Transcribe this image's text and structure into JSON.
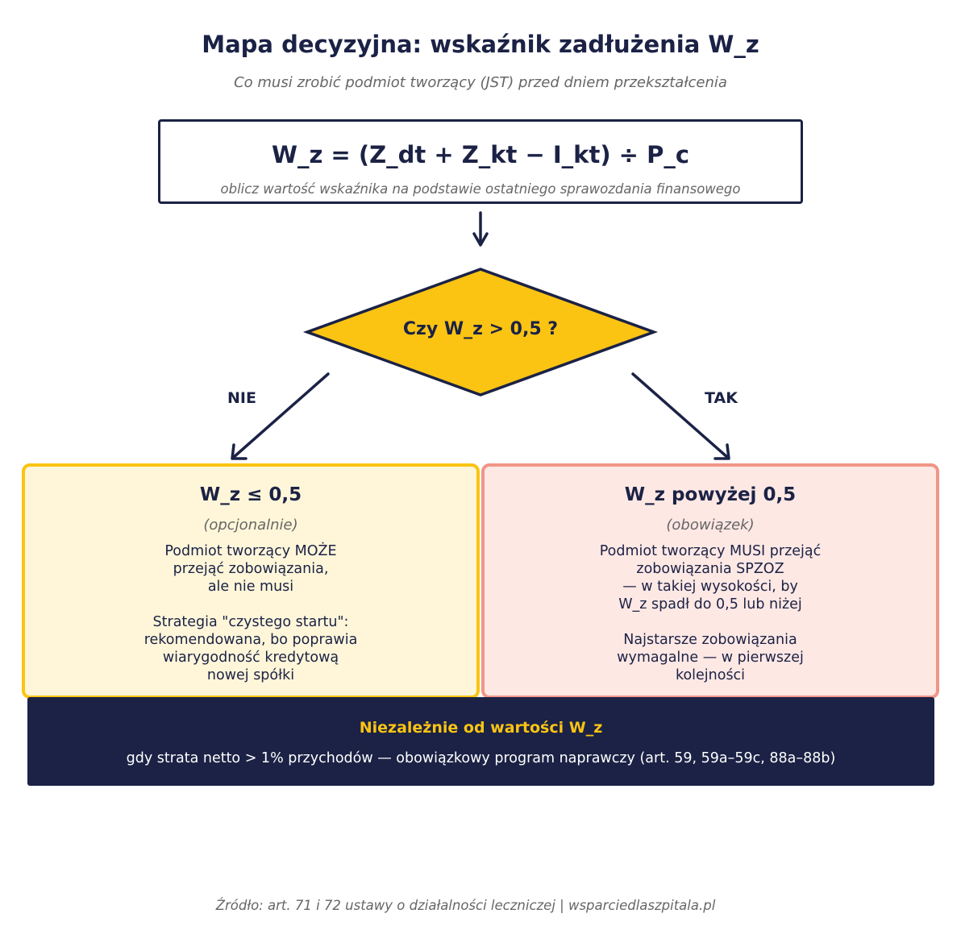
{
  "title": "Mapa decyzyjna: wskaźnik zadłużenia W_z",
  "subtitle": "Co musi zrobić podmiot tworzący (JST) przed dniem przekształcenia",
  "formula": {
    "expression": "W_z = (Z_dt + Z_kt − I_kt) ÷ P_c",
    "note": "oblicz wartość wskaźnika na podstawie ostatniego sprawozdania finansowego"
  },
  "decision": {
    "question": "Czy W_z > 0,5 ?",
    "no_label": "NIE",
    "yes_label": "TAK"
  },
  "outcome_no": {
    "title": "W_z ≤ 0,5",
    "status": "(opcjonalnie)",
    "lines": [
      "Podmiot tworzący MOŻE",
      "przejąć zobowiązania,",
      "ale nie musi",
      "",
      "Strategia \"czystego startu\":",
      "rekomendowana, bo poprawia",
      "wiarygodność kredytową",
      "nowej spółki"
    ]
  },
  "outcome_yes": {
    "title": "W_z powyżej 0,5",
    "status": "(obowiązek)",
    "lines": [
      "Podmiot tworzący MUSI przejąć",
      "zobowiązania SPZOZ",
      "— w takiej wysokości, by",
      "W_z spadł do 0,5 lub niżej",
      "",
      "Najstarsze zobowiązania",
      "wymagalne — w pierwszej",
      "kolejności"
    ]
  },
  "footer": {
    "heading": "Niezależnie od wartości W_z",
    "text": "gdy strata netto > 1% przychodów — obowiązkowy program naprawczy (art. 59, 59a–59c, 88a–88b)"
  },
  "source": "Źródło: art. 71 i 72 ustawy o działalności leczniczej | wsparciedlaszpitala.pl",
  "colors": {
    "navy": "#1b2245",
    "yellow": "#fbc413",
    "salmon": "#f19587",
    "light_yellow": "#fff6d9",
    "light_pink": "#fee8e4",
    "gray_text": "#666666"
  },
  "icons": {
    "arrows": "arrow-down-icon"
  }
}
